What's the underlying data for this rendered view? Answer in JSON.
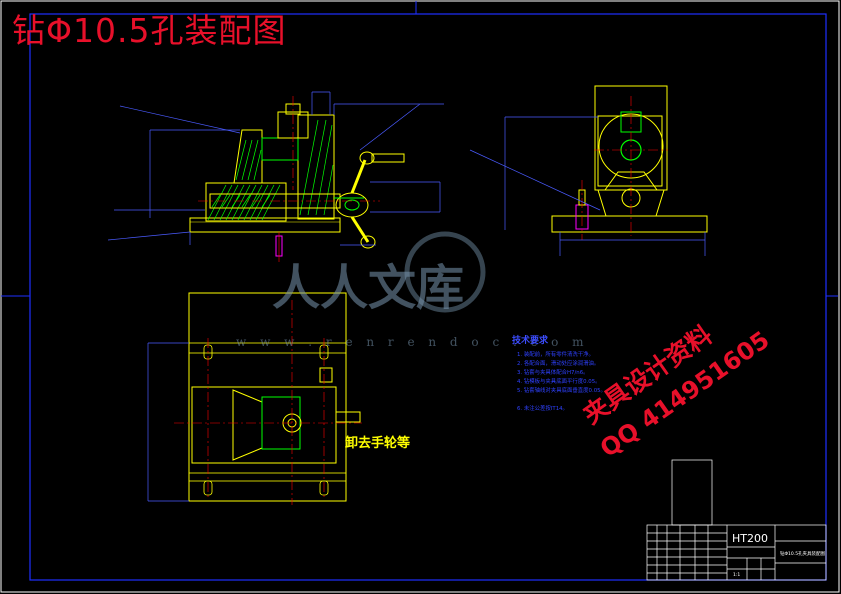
{
  "drawing": {
    "title": "钻Φ10.5孔装配图",
    "annotation": "卸去手轮等",
    "material": "HT200",
    "promo_line1": "夹具设计资料",
    "promo_line2": "QQ 414951605",
    "watermark_brand": "人人文库",
    "watermark_url": "w w w . r e n r e n d o c . c o m",
    "technical_requirements": {
      "title": "技术要求",
      "items": [
        "1. 装配前，所有零件清洗干净。",
        "2. 各配合面，滑动处应涂润滑油。",
        "3. 钻套与夹具体配合H7/n6。",
        "4. 钻模板与夹具底面平行度0.05。",
        "5. 钻套轴线对夹具底面垂直度0.05。",
        "6. 未注公差按IT14。"
      ]
    },
    "title_block_text": "钻Φ10.5孔夹具装配图",
    "scale_text": "1:1"
  },
  "colors": {
    "background": "#000000",
    "frame": "#1e2fff",
    "outline": "#ffff00",
    "hatch": "#00ff00",
    "center_lines": "#ff0000",
    "dimension": "#4a5bff",
    "title_text": "#e8102a",
    "bolt": "#ff00ff"
  }
}
